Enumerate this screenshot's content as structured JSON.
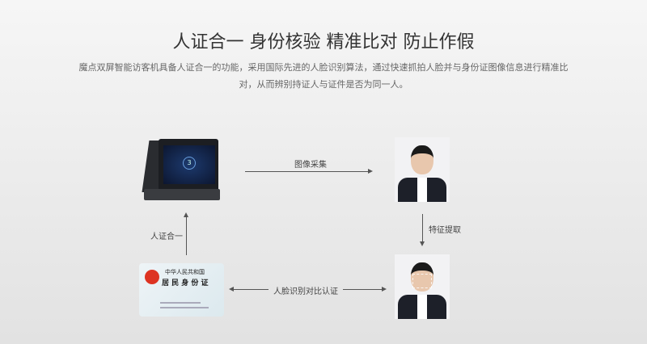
{
  "header": {
    "title": "人证合一 身份核验 精准比对 防止作假",
    "description": "魔点双屏智能访客机具备人证合一的功能，采用国际先进的人脸识别算法，通过快速抓拍人脸并与身份证图像信息进行精准比对，从而辨别持证人与证件是否为同一人。"
  },
  "flow": {
    "capture_label": "图像采集",
    "extract_label": "特征提取",
    "compare_label": "人脸识别对比认证",
    "match_label": "人证合一"
  },
  "device": {
    "screen_number": "3"
  },
  "id_card": {
    "line1": "中华人民共和国",
    "line2": "居 民 身 份 证"
  }
}
